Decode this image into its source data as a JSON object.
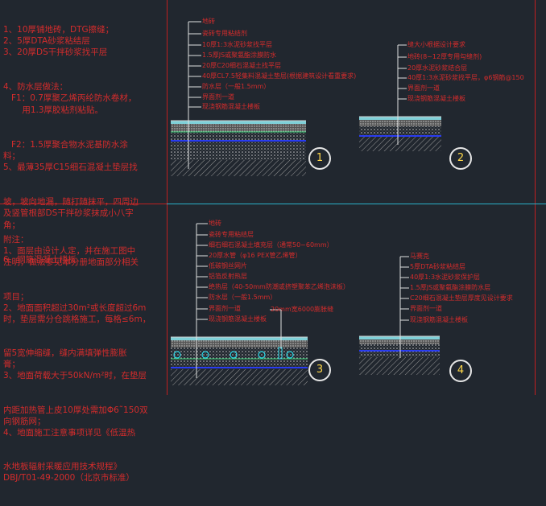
{
  "colors": {
    "background": "#21272f",
    "frame_red": "#c02020",
    "text_red": "#d42c2c",
    "leader_cyan": "#2ab0c8",
    "callout_white": "#e6e6e6",
    "number_yellow": "#ffd84a",
    "hatch_gray": "#b8b8b8",
    "membrane_blue": "#2a3cf0",
    "grid_green": "#3bd37a"
  },
  "notes_top": [
    "1、10厚铺地砖，DTG擦缝；",
    "2、5厚DTA砂浆粘结层",
    "3、20厚DS干拌砂浆找平层",
    "4、防水层做法：",
    "   F1：0.7厚聚乙烯丙纶防水卷材，",
    "       用1.3厚胶粘剂粘贴。",
    "   F2：1.5厚聚合物水泥基防水涂",
    "料；",
    "5、最薄35厚C15细石混凝土垫层找",
    "坡，坡向地漏，随打随抹平，四周边",
    "及竖管根部DS干拌砂浆抹成小八字",
    "角；",
    "6、钢筋混凝土楼板"
  ],
  "notes_bottom": [
    "附注：",
    "1、面层由设计人定，并在施工图中",
    "注明，做法参见本分册地面部分相关",
    "项目；",
    "2、地面面积超过30m²或长度超过6m",
    "时，垫层需分仓跳格施工，每格≤6m，",
    "留5宽伸缩缝，缝内满填弹性膨胀",
    "膏；",
    "3、地面荷载大于50kN/m²时，在垫层",
    "内距加热管上皮10厚处需加Φ6˜150双",
    "向钢筋网；",
    "4、地面施工注意事项详见《低温热",
    "水地板辐射采暖应用技术规程》",
    "DBJ/T01-49-2000（北京市标准）"
  ],
  "detail1": {
    "number": "1",
    "labels": [
      "地砖",
      "瓷砖专用粘结剂",
      "10厚1:3水泥砂浆找平层",
      "1.5厚JS或聚氨酯涂膜防水",
      "20厚C20细石混凝土找平层",
      "40厚CL7.5轻集料混凝土垫层(根据建筑设计看重要求)",
      "防水层（一般1.5mm）",
      "界面剂一道",
      "现浇钢筋混凝土楼板"
    ]
  },
  "detail2": {
    "number": "2",
    "labels": [
      "缝大小根据设计要求",
      "地砖(8~12厚专用勾缝剂)",
      "20厚水泥砂浆结合层",
      "40厚1:3水泥砂浆找平层，φ6钢筋@150",
      "界面剂一道",
      "现浇钢筋混凝土楼板"
    ]
  },
  "detail3": {
    "number": "3",
    "labels": [
      "地砖",
      "瓷砖专用粘结层",
      "细石细石混凝土填充层（通常50~60mm）",
      "20厚水管（φ16 PEX管乙烯管）",
      "低碳钢丝网片",
      "铝箔反射热层",
      "绝热层（40-50mm防潮或挤塑聚苯乙烯泡沫板）",
      "防水层（一般1.5mm）",
      "界面剂一道",
      "现浇钢筋混凝土楼板"
    ],
    "side_label": "20mm宽6000膨胀缝"
  },
  "detail4": {
    "number": "4",
    "labels": [
      "马赛克",
      "5厚DTA砂浆粘结层",
      "40厚1:3水泥砂浆保护层",
      "1.5厚JS或聚氨酯涂膜防水层",
      "C20细石混凝土垫层厚度见设计要求",
      "界面剂一道",
      "现浇钢筋混凝土楼板"
    ]
  }
}
